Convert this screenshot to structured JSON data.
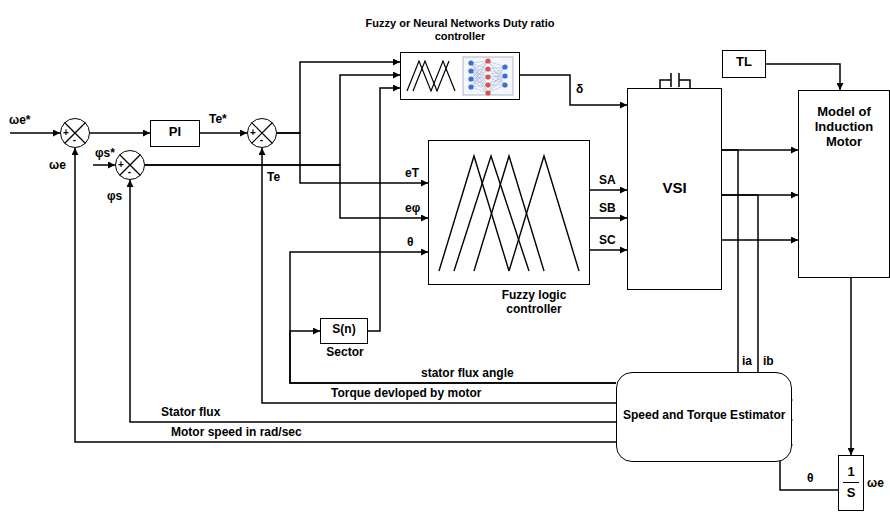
{
  "diagram": {
    "nodes": [
      {
        "text": [
          "+",
          "-"
        ]
      },
      {
        "text": [
          "PI"
        ]
      },
      {
        "text": [
          "+",
          "-"
        ]
      },
      {
        "text": [
          "+",
          "-"
        ]
      },
      {
        "text": [
          "Fuzzy or Neural Networks Duty ratio controller"
        ]
      },
      {
        "text": [
          "Fuzzy logic controller"
        ]
      },
      {
        "text": [
          "S(n)",
          "Sector"
        ]
      },
      {
        "text": [
          "VSI"
        ]
      },
      {
        "text": [
          "TL"
        ]
      },
      {
        "text": [
          "Model of Induction Motor"
        ]
      },
      {
        "text": [
          "Speed and Torque Estimator"
        ]
      },
      {
        "text": [
          "1",
          "S"
        ]
      }
    ],
    "edges": [
      {
        "from": 0,
        "to": 1,
        "arrow": "to"
      },
      {
        "from": 1,
        "to": 3,
        "label": "Te*",
        "arrow": "to"
      },
      {
        "from": 3,
        "to": 4,
        "arrow": "to"
      },
      {
        "from": 3,
        "to": 5,
        "label": "eT",
        "arrow": "to"
      },
      {
        "from": 2,
        "to": 4,
        "arrow": "to"
      },
      {
        "from": 2,
        "to": 5,
        "label": "eφ",
        "arrow": "to"
      },
      {
        "from": 6,
        "to": 4,
        "arrow": "to"
      },
      {
        "from": 10,
        "to": 5,
        "label": "θ",
        "arrow": "to"
      },
      {
        "from": 10,
        "to": 6,
        "label": "stator flux angle",
        "arrow": "to"
      },
      {
        "from": 5,
        "to": 7,
        "label": "SA",
        "arrow": "to"
      },
      {
        "from": 5,
        "to": 7,
        "label": "SB",
        "arrow": "to"
      },
      {
        "from": 5,
        "to": 7,
        "label": "SC",
        "arrow": "to"
      },
      {
        "from": 4,
        "to": 7,
        "label": "δ",
        "arrow": "to"
      },
      {
        "from": 8,
        "to": 9,
        "arrow": "to"
      },
      {
        "from": 7,
        "to": 9,
        "arrow": "to"
      },
      {
        "from": 7,
        "to": 9,
        "arrow": "to"
      },
      {
        "from": 7,
        "to": 9,
        "arrow": "to"
      },
      {
        "from": 7,
        "to": 10,
        "label": "ia",
        "arrow": "to"
      },
      {
        "from": 7,
        "to": 10,
        "label": "ib",
        "arrow": "to"
      },
      {
        "from": 9,
        "to": 11,
        "label": "ωe",
        "arrow": "to"
      },
      {
        "from": 11,
        "to": 10,
        "label": "θ",
        "arrow": "to"
      },
      {
        "from": 10,
        "to": 3,
        "label": "Torque devloped by motor",
        "arrow": "to"
      },
      {
        "from": 10,
        "to": 2,
        "label": "Stator flux",
        "arrow": "to"
      },
      {
        "from": 10,
        "to": 0,
        "label": "Motor speed in rad/sec",
        "arrow": "to"
      }
    ],
    "labels": [
      "ωe*",
      "ωe",
      "φs*",
      "φs",
      "Te"
    ]
  }
}
